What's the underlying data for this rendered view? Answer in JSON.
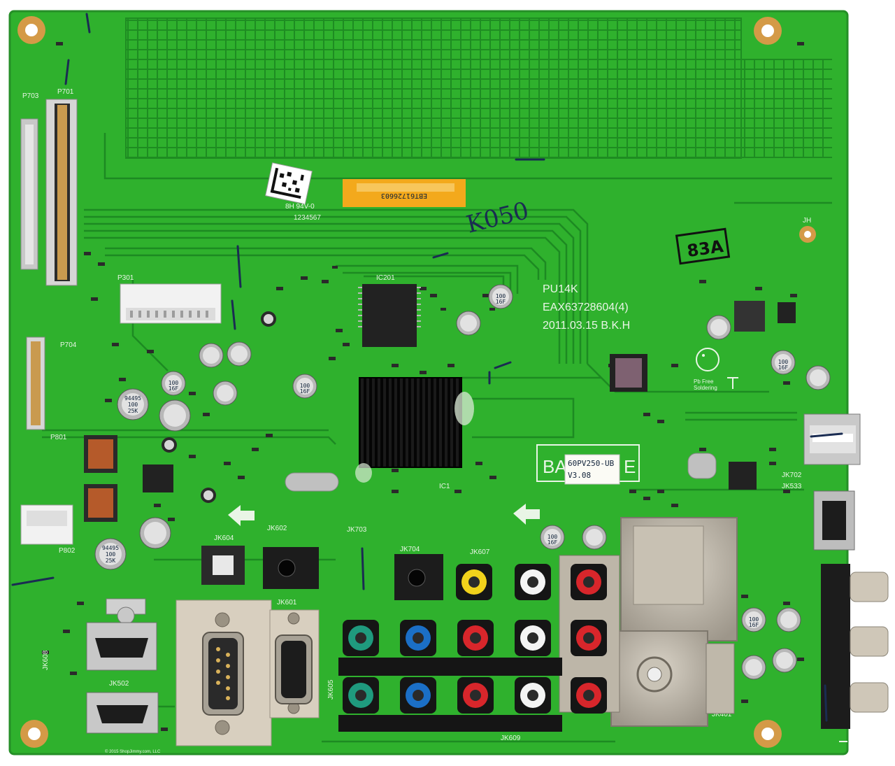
{
  "board": {
    "model_line1": "PU14K",
    "model_line2": "EAX63728604(4)",
    "model_line3": "2011.03.15 B.K.H",
    "sticker_model": "60PV250-UB",
    "sticker_version": "V3.08",
    "box_label": "BA",
    "box_label_end": "E",
    "barcode_label": "EBT61726603",
    "serial_row": "1234567",
    "ul_mark": "8H 94V-0",
    "pbfree_line1": "Pb Free",
    "pbfree_line2": "Soldering",
    "handwriting_main": "K050",
    "handwriting_box": "83A",
    "copyright": "© 2015 ShopJimmy.com, LLC"
  },
  "labels": {
    "p703": "P703",
    "p701": "P701",
    "p301": "P301",
    "p704": "P704",
    "p801": "P801",
    "p802": "P802",
    "ic201": "IC201",
    "ic1": "IC1",
    "jh": "JH",
    "jk602": "JK602",
    "jk604": "JK604",
    "jk601": "JK601",
    "jk703": "JK703",
    "jk704": "JK704",
    "jk607": "JK607",
    "jk608": "JK608",
    "jk502": "JK502",
    "jk605": "JK605",
    "jk609": "JK609",
    "jk401": "JK401",
    "jk702": "JK702",
    "jk533": "JK533"
  },
  "caps": {
    "small_top": "100",
    "small_bot": "16F",
    "large_top": "94495",
    "large_mid": "100",
    "large_bot": "25K"
  },
  "colors": {
    "pcb": "#2fb12d",
    "pcb_dark": "#1f8f22",
    "trace": "#1d8a22",
    "silk": "#e9f5e6",
    "copper_pad": "#c8934a",
    "jack_yellow": "#f2d21b",
    "jack_red": "#d8262b",
    "jack_white": "#f4f4f4",
    "jack_green": "#1f9a7e",
    "jack_blue": "#1b6fc6",
    "metal": "#b9b2a4",
    "heatsink": "#151515",
    "sticker_orange": "#f3a91c"
  }
}
